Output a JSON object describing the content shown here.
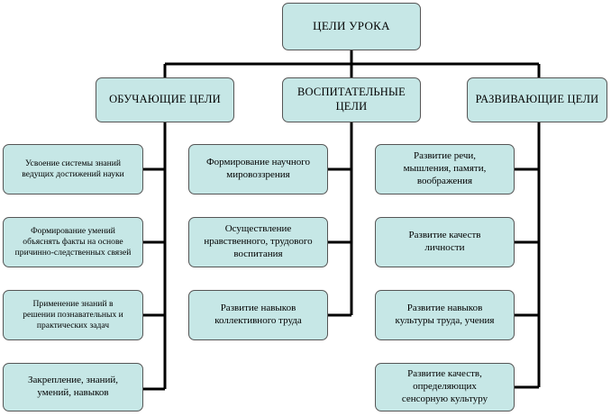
{
  "root": {
    "label": "ЦЕЛИ УРОКА"
  },
  "columns": [
    {
      "label": "ОБУЧАЮЩИЕ ЦЕЛИ",
      "items": [
        "Усвоение системы знаний\nведущих достижений науки",
        "Формирование умений\nобъяснять факты на основе\nпричинно-следственных связей",
        "Применение знаний в\nрешении познавательных и\nпрактических задач",
        "Закрепление, знаний,\nумений, навыков"
      ]
    },
    {
      "label": "ВОСПИТАТЕЛЬНЫЕ\nЦЕЛИ",
      "items": [
        "Формирование научного\nмировоззрения",
        "Осуществление\nнравственного, трудового\nвоспитания",
        "Развитие навыков\nколлективного труда"
      ]
    },
    {
      "label": "РАЗВИВАЮЩИЕ ЦЕЛИ",
      "items": [
        "Развитие речи,\nмышления, памяти,\nвоображения",
        "Развитие качеств\nличности",
        "Развитие навыков\nкультуры труда, учения",
        "Развитие качеств,\nопределяющих\nсенсорную культуру"
      ]
    }
  ],
  "colors": {
    "box_fill": "#c6e7e6",
    "box_border": "#555555",
    "line": "#000000"
  }
}
